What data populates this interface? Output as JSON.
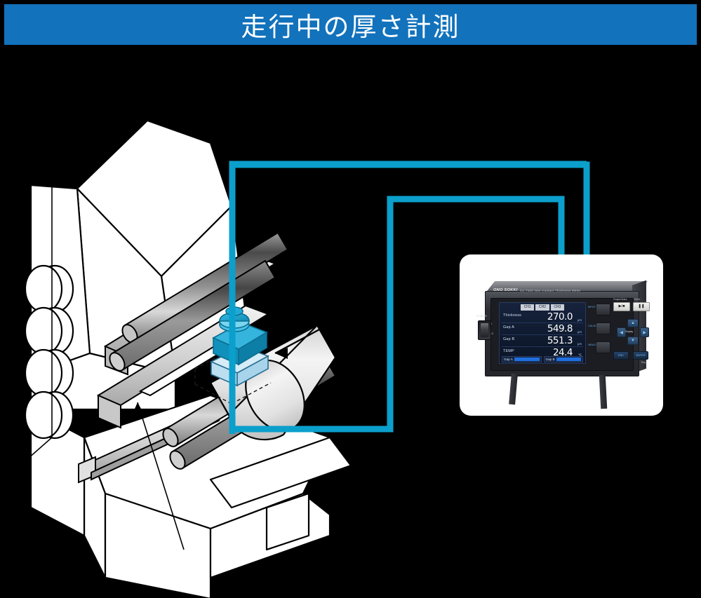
{
  "banner": {
    "title": "走行中の厚さ計測",
    "bg": "#1272bc",
    "text_color": "#ffffff"
  },
  "colors": {
    "background": "#000000",
    "cable_cyan": "#0b9fcc",
    "sensor_cyan": "#18a3cf",
    "sensor_block_light": "#cfe8f4",
    "machine_fill": "#ffffff",
    "machine_stroke": "#000000",
    "roller_dark": "#6f6f6f",
    "workpiece_light": "#e8e8e8"
  },
  "diagram": {
    "machine_label": "machine-body",
    "rollers_count": 4,
    "sensor_head_label": "sensor-head",
    "measurement_block_label": "measurement-target",
    "beam_label": "measurement-beam",
    "cable_paths": 2,
    "arrow_count": 2
  },
  "meter": {
    "brand": "ONO SOKKI",
    "model": "CL-7100  Non-Contact Thickness Meter",
    "power_label": "POWER",
    "power_on": "I",
    "power_off": "O",
    "channels": [
      "CH1",
      "CH2",
      "CH3"
    ],
    "readouts": [
      {
        "label": "Thickness",
        "value": "270.0",
        "unit": "μm"
      },
      {
        "label": "Gap A",
        "value": "549.8",
        "unit": "μm"
      },
      {
        "label": "Gap B",
        "value": "551.3",
        "unit": "μm"
      },
      {
        "label": "TEMP",
        "value": "24.4",
        "unit": "℃"
      }
    ],
    "gap_bars": [
      {
        "label": "Gap A"
      },
      {
        "label": "Gap B"
      }
    ],
    "soft_keys": [
      "INPUT",
      "CALIB",
      "MEAS"
    ],
    "white_buttons": [
      {
        "label": "Graph/Data",
        "glyph": "▶/■"
      },
      {
        "label": "Hold",
        "glyph": "❚❚"
      }
    ],
    "dpad": {
      "up": "▲",
      "down": "▼",
      "left": "◀",
      "right": "▶",
      "center_label": "Display"
    },
    "blue_buttons": [
      "ESC",
      "ENTER"
    ],
    "corner_label": "Key"
  }
}
